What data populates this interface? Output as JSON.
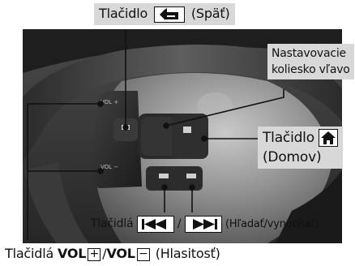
{
  "labels": {
    "back_prefix": "Tlačidlo",
    "back_suffix": "(Späť)",
    "wheel_line1": "Nastavovacie",
    "wheel_line2": "koliesko vľavo",
    "home_line1": "Tlačidlo",
    "home_line2": "(Domov)",
    "seek_prefix": "Tlačidlá",
    "seek_separator": "/",
    "seek_suffix": "(Hľadať/vynechať)",
    "vol_prefix": "Tlačidlá",
    "vol_up": "VOL",
    "vol_plus": "+",
    "vol_separator": "/",
    "vol_down": "VOL",
    "vol_minus": "−",
    "vol_suffix": "(Hlasitosť)"
  },
  "wheel_labels": {
    "vol_plus": "VOL +",
    "vol_minus": "VOL −"
  },
  "icons": [
    "back-arrow-icon",
    "home-icon",
    "skip-back-icon",
    "skip-forward-icon"
  ],
  "colors": {
    "label_background": "#d8d8d8",
    "line": "#111111",
    "background": "#ffffff"
  }
}
